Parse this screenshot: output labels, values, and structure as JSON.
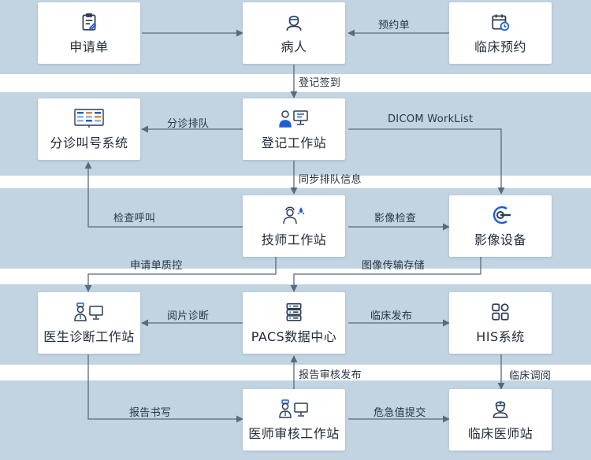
{
  "nodes": {
    "application": {
      "label": "申请单"
    },
    "patient": {
      "label": "病人"
    },
    "appointment": {
      "label": "临床预约"
    },
    "queue_system": {
      "label": "分诊叫号系统"
    },
    "registration_ws": {
      "label": "登记工作站"
    },
    "technician_ws": {
      "label": "技师工作站"
    },
    "imaging_device": {
      "label": "影像设备"
    },
    "diagnosis_ws": {
      "label": "医生诊断工作站"
    },
    "pacs": {
      "label": "PACS数据中心"
    },
    "his": {
      "label": "HIS系统"
    },
    "review_ws": {
      "label": "医师审核工作站"
    },
    "clinical_ws": {
      "label": "临床医师站"
    }
  },
  "edges": {
    "booking": "预约单",
    "check_in": "登记签到",
    "triage": "分诊排队",
    "worklist": "DICOM WorkList",
    "sync_queue": "同步排队信息",
    "exam_call": "检查呼叫",
    "imaging_exam": "影像检查",
    "quality_control": "申请单质控",
    "image_storage": "图像传输存储",
    "reading": "阅片诊断",
    "clinical_publish": "临床发布",
    "clinical_view": "临床调阅",
    "report_publish": "报告审核发布",
    "report_writing": "报告书写",
    "critical_submit": "危急值提交"
  },
  "colors": {
    "band": "#c2d4e2",
    "arrow": "#5a6a7c",
    "icon_stroke": "#2e3d52",
    "icon_accent": "#1d5fd1"
  }
}
